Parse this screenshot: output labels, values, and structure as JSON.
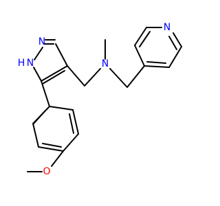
{
  "molecule": {
    "atoms": {
      "pyrazole_n2": {
        "label": "N",
        "color": "#0000ff"
      },
      "pyrazole_nh": {
        "label": "N",
        "color": "#0000ff"
      },
      "pyrazole_h": {
        "label": "H",
        "color": "#0000ff"
      },
      "amine_n": {
        "label": "N",
        "color": "#0000ff"
      },
      "pyridine_n": {
        "label": "N",
        "color": "#0000ff"
      },
      "ether_o": {
        "label": "O",
        "color": "#ff0000"
      }
    },
    "bond_color": "#000000"
  }
}
